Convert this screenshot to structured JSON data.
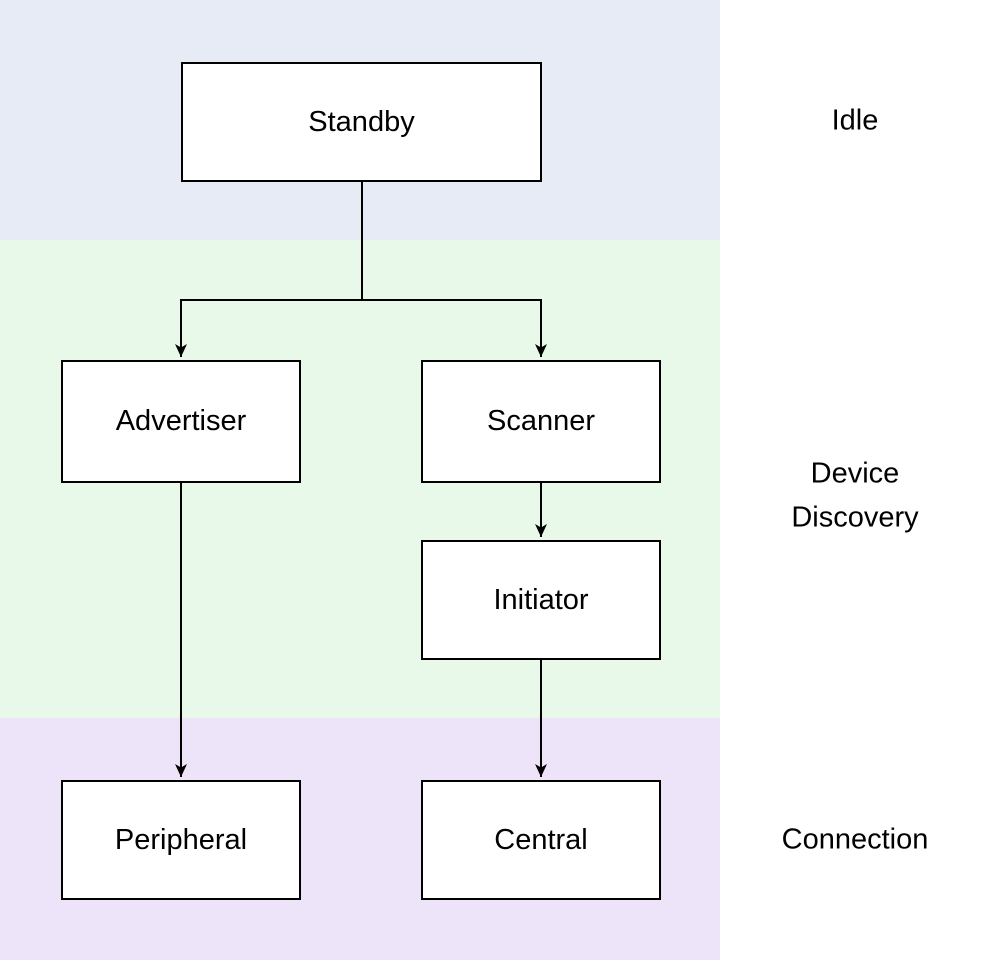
{
  "bands": [
    {
      "id": "idle",
      "label": "Idle",
      "color": "#e7ebf5"
    },
    {
      "id": "device-discovery",
      "label": "Device Discovery",
      "color": "#e8f9e9"
    },
    {
      "id": "connection",
      "label": "Connection",
      "color": "#eee4fa"
    }
  ],
  "nodes": {
    "standby": {
      "label": "Standby"
    },
    "advertiser": {
      "label": "Advertiser"
    },
    "scanner": {
      "label": "Scanner"
    },
    "initiator": {
      "label": "Initiator"
    },
    "peripheral": {
      "label": "Peripheral"
    },
    "central": {
      "label": "Central"
    }
  },
  "edges": [
    {
      "from": "Standby",
      "to": "Advertiser"
    },
    {
      "from": "Standby",
      "to": "Scanner"
    },
    {
      "from": "Scanner",
      "to": "Initiator"
    },
    {
      "from": "Advertiser",
      "to": "Peripheral"
    },
    {
      "from": "Initiator",
      "to": "Central"
    }
  ],
  "colors": {
    "node_fill": "#ffffff",
    "node_border": "#000000",
    "edge": "#000000",
    "text": "#000000"
  }
}
